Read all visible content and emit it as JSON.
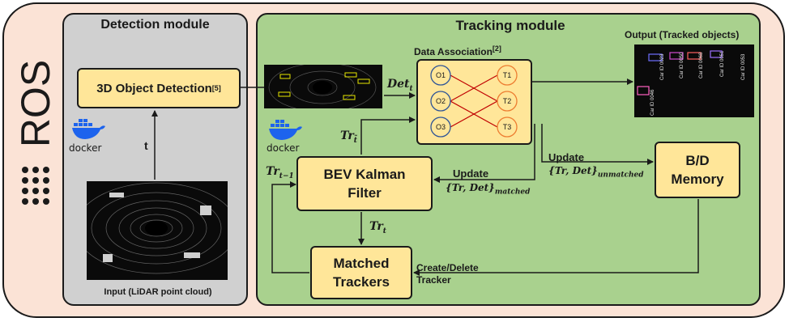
{
  "ros_label": "ROS",
  "detection_module": {
    "title": "Detection module",
    "detection_box": "3D Object Detection",
    "detection_ref": "[5]",
    "input_caption": "Input (LiDAR point cloud)",
    "arrow_label": "t",
    "docker_label": "docker"
  },
  "tracking_module": {
    "title": "Tracking module",
    "docker_label": "docker",
    "data_association": {
      "title": "Data Association",
      "ref": "[2]",
      "detections": [
        "O1",
        "O2",
        "O3"
      ],
      "tracks": [
        "T1",
        "T2",
        "T3"
      ]
    },
    "output_title": "Output (Tracked objects)",
    "output_labels": [
      "Car ID 0023",
      "Car ID 0050",
      "Car ID 0068",
      "Car ID 0051",
      "Car ID 0053",
      "Car ID 0046"
    ],
    "kalman_box": {
      "line1": "BEV Kalman",
      "line2": "Filter"
    },
    "memory_box": {
      "line1": "B/D",
      "line2": "Memory"
    },
    "matched_box": {
      "line1": "Matched",
      "line2": "Trackers"
    },
    "det_t": {
      "base": "Det",
      "sub": "t"
    },
    "tr_tilde": {
      "base": "Tr",
      "sub": "t̃"
    },
    "tr_t_minus_1": {
      "base": "Tr",
      "sub": "t−1"
    },
    "tr_t": {
      "base": "Tr",
      "sub": "t"
    },
    "update_matched": {
      "label": "Update",
      "formula": "{Tr, Det}",
      "sub": "matched"
    },
    "update_unmatched": {
      "label": "Update",
      "formula": "{Tr, Det}",
      "sub": "unmatched"
    },
    "create_delete": {
      "line1": "Create/Delete",
      "line2": "Tracker"
    }
  },
  "colors": {
    "outer_bg": "#fbe3d6",
    "detection_bg": "#d0d0d0",
    "tracking_bg": "#a9d18e",
    "box_fill": "#ffe699",
    "node_blue": "#2f5597",
    "node_orange": "#ed7d31",
    "match_line": "#c00000",
    "docker_blue": "#1d63ed"
  }
}
